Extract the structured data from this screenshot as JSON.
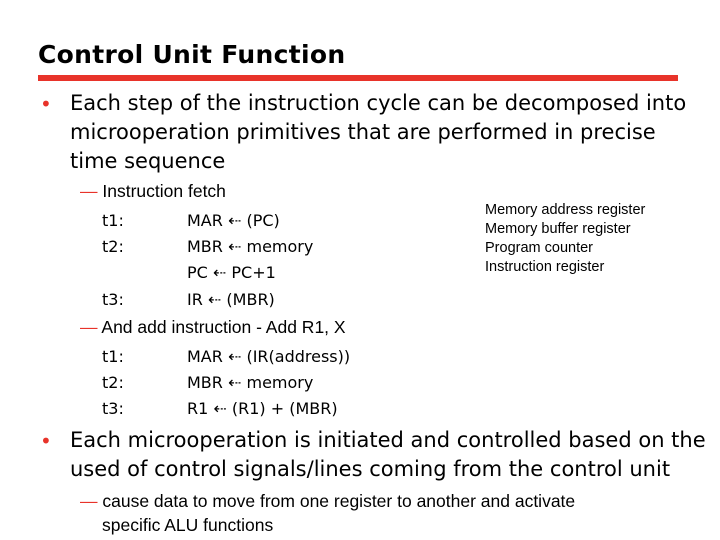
{
  "slide": {
    "title": "Control Unit Function",
    "colors": {
      "accent": "#e8332a",
      "text": "#000000"
    },
    "bullets": [
      {
        "lines": [
          "Each step of the instruction cycle can be decomposed into",
          "microoperation primitives that are performed  in precise",
          "time sequence"
        ]
      },
      {
        "lines": [
          "Each microoperation is initiated and controlled based on the",
          "used of control signals/lines coming from the control unit"
        ]
      }
    ],
    "fetch": {
      "heading": "Instruction fetch",
      "steps": [
        {
          "label": "t1:",
          "op": "MAR ⇠ (PC)"
        },
        {
          "label": "t2:",
          "op": "MBR ⇠ memory"
        },
        {
          "label": "",
          "op": "PC ⇠ PC+1"
        },
        {
          "label": "t3:",
          "op": "IR ⇠ (MBR)"
        }
      ],
      "legend": [
        "Memory address register",
        "Memory buffer register",
        "Program counter",
        "Instruction register"
      ]
    },
    "add": {
      "heading": "And add instruction - Add R1, X",
      "steps": [
        {
          "label": "t1:",
          "op": "MAR ⇠ (IR(address))"
        },
        {
          "label": "t2:",
          "op": "MBR ⇠ memory"
        },
        {
          "label": "t3:",
          "op": "R1 ⇠ (R1) + (MBR)"
        }
      ]
    },
    "control_note": {
      "lines": [
        "cause data to move from one register to another and activate",
        "specific ALU  functions"
      ]
    }
  }
}
